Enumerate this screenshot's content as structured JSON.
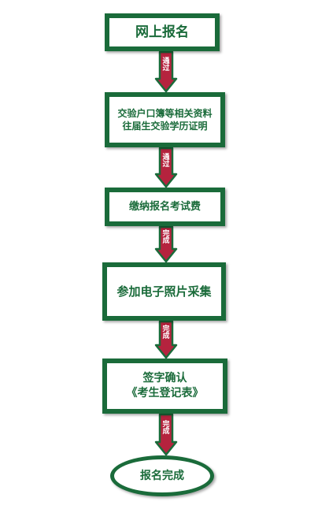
{
  "colors": {
    "box_border": "#1a6b3a",
    "text": "#1a6b3a",
    "arrow_fill": "#b5233e",
    "arrow_outline": "#1a6b3a",
    "arrow_label": "#ffffff"
  },
  "nodes": [
    {
      "id": "step1",
      "shape": "rect",
      "lines": [
        "网上报名"
      ]
    },
    {
      "id": "step2",
      "shape": "rect",
      "lines": [
        "交验户口簿等相关资料",
        "往届生交验学历证明"
      ]
    },
    {
      "id": "step3",
      "shape": "rect",
      "lines": [
        "缴纳报名考试费"
      ]
    },
    {
      "id": "step4",
      "shape": "rect",
      "lines": [
        "参加电子照片采集"
      ]
    },
    {
      "id": "step5",
      "shape": "rect",
      "lines": [
        "签字确认",
        "《考生登记表》"
      ]
    },
    {
      "id": "step6",
      "shape": "oval",
      "lines": [
        "报名完成"
      ]
    }
  ],
  "edges": [
    {
      "from": "step1",
      "to": "step2",
      "label": "通过"
    },
    {
      "from": "step2",
      "to": "step3",
      "label": "通过"
    },
    {
      "from": "step3",
      "to": "step4",
      "label": "完成"
    },
    {
      "from": "step4",
      "to": "step5",
      "label": "完成"
    },
    {
      "from": "step5",
      "to": "step6",
      "label": "完成"
    }
  ]
}
